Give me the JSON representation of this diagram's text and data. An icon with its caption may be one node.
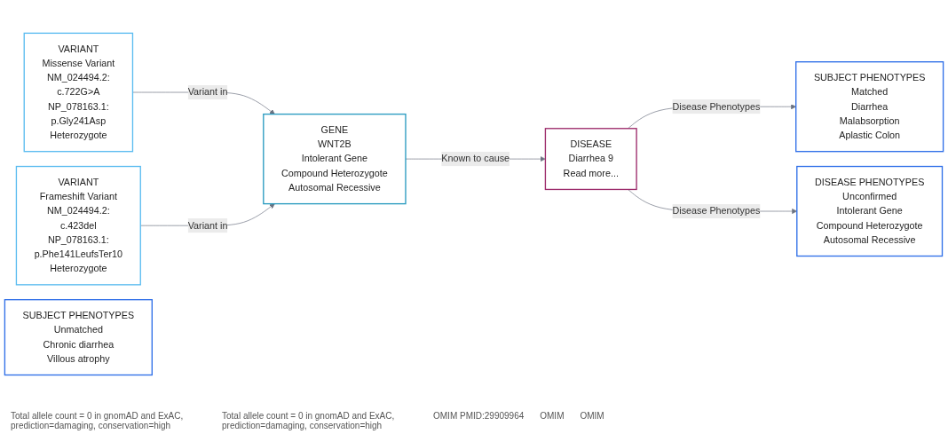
{
  "diagram": {
    "nodes": [
      {
        "text": [
          "VARIANT",
          "Missense Variant",
          "NM_024494.2:",
          "c.722G>A",
          "NP_078163.1:",
          "p.Gly241Asp",
          "Heterozygote"
        ]
      },
      {
        "text": [
          "VARIANT",
          "Frameshift Variant",
          "NM_024494.2:",
          "c.423del",
          "NP_078163.1:",
          "p.Phe141LeufsTer10",
          "Heterozygote"
        ]
      },
      {
        "text": [
          "GENE",
          "WNT2B",
          "Intolerant Gene",
          "Compound Heterozygote",
          "Autosomal Recessive"
        ]
      },
      {
        "text": [
          "DISEASE",
          "Diarrhea 9",
          "Read more..."
        ]
      },
      {
        "text": [
          "SUBJECT PHENOTYPES",
          "Matched",
          "Diarrhea",
          "Malabsorption",
          "Aplastic Colon"
        ]
      },
      {
        "text": [
          "DISEASE PHENOTYPES",
          "Unconfirmed",
          "Intolerant Gene",
          "Compound Heterozygote",
          "Autosomal Recessive"
        ]
      },
      {
        "text": [
          "SUBJECT PHENOTYPES",
          "Unmatched",
          "Chronic diarrhea",
          "Villous atrophy"
        ]
      }
    ],
    "edges": [
      {
        "from": 0,
        "to": 2,
        "arrow": "to",
        "label": "Variant in"
      },
      {
        "from": 1,
        "to": 2,
        "arrow": "to",
        "label": "Variant in"
      },
      {
        "from": 2,
        "to": 3,
        "arrow": "to",
        "label": "Known to cause"
      },
      {
        "from": 3,
        "to": 4,
        "arrow": "to",
        "label": "Disease Phenotypes"
      },
      {
        "from": 3,
        "to": 5,
        "arrow": "to",
        "label": "Disease Phenotypes"
      }
    ],
    "labels": [
      "Total allele count = 0 in gnomAD and ExAC, prediction=damaging, conservation=high",
      "Total allele count = 0 in gnomAD and ExAC, prediction=damaging, conservation=high",
      "OMIM PMID:29909964",
      "OMIM",
      "OMIM"
    ]
  }
}
